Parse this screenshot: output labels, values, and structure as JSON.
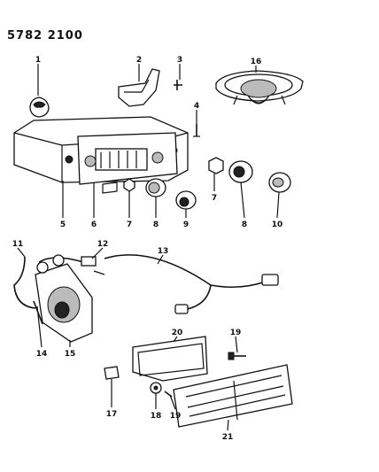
{
  "diagram": {
    "header_code": "5782 2100",
    "callouts": [
      {
        "id": "c1",
        "label": "1"
      },
      {
        "id": "c2",
        "label": "2"
      },
      {
        "id": "c3",
        "label": "3"
      },
      {
        "id": "c16",
        "label": "16"
      },
      {
        "id": "c4",
        "label": "4"
      },
      {
        "id": "c7a",
        "label": "7"
      },
      {
        "id": "c5",
        "label": "5"
      },
      {
        "id": "c6",
        "label": "6"
      },
      {
        "id": "c7b",
        "label": "7"
      },
      {
        "id": "c8a",
        "label": "8"
      },
      {
        "id": "c9",
        "label": "9"
      },
      {
        "id": "c8b",
        "label": "8"
      },
      {
        "id": "c10",
        "label": "10"
      },
      {
        "id": "c11",
        "label": "11"
      },
      {
        "id": "c12",
        "label": "12"
      },
      {
        "id": "c13",
        "label": "13"
      },
      {
        "id": "c14",
        "label": "14"
      },
      {
        "id": "c15",
        "label": "15"
      },
      {
        "id": "c20",
        "label": "20"
      },
      {
        "id": "c19a",
        "label": "19"
      },
      {
        "id": "c17",
        "label": "17"
      },
      {
        "id": "c18",
        "label": "18"
      },
      {
        "id": "c19b",
        "label": "19"
      },
      {
        "id": "c21",
        "label": "21"
      }
    ]
  }
}
